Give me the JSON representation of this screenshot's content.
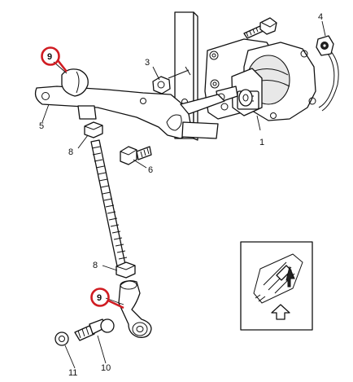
{
  "callouts": {
    "c1": "1",
    "c3": "3",
    "c4": "4",
    "c5": "5",
    "c6": "6",
    "c8a": "8",
    "c8b": "8",
    "c9a": "9",
    "c9b": "9",
    "c10": "10",
    "c11": "11"
  },
  "colors": {
    "highlight_ring": "#d01c22",
    "line_art": "#111111"
  }
}
